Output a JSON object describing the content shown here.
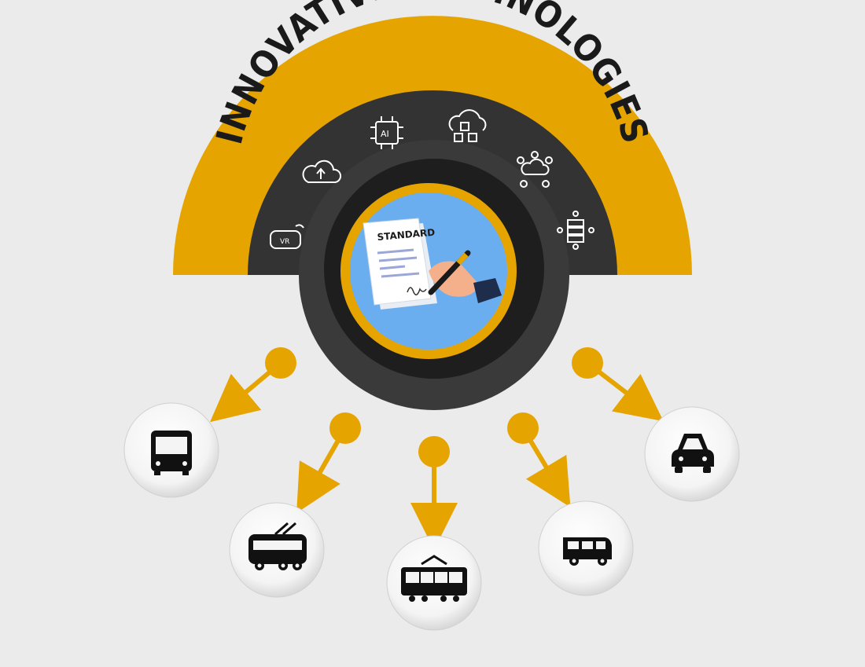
{
  "header": {
    "title": "INNOVATIVE TECHNOLOGIES"
  },
  "center": {
    "document_label": "STANDARD",
    "illustration": "document-signing-illustration"
  },
  "technology_icons": [
    {
      "name": "vr-headset-icon",
      "text": "VR"
    },
    {
      "name": "cloud-upload-icon",
      "text": ""
    },
    {
      "name": "ai-chip-icon",
      "text": "AI"
    },
    {
      "name": "blockchain-cloud-icon",
      "text": ""
    },
    {
      "name": "cloud-network-icon",
      "text": ""
    },
    {
      "name": "server-network-icon",
      "text": ""
    }
  ],
  "transport_icons": [
    {
      "name": "bus-icon"
    },
    {
      "name": "trolleybus-icon"
    },
    {
      "name": "tram-icon"
    },
    {
      "name": "minibus-icon"
    },
    {
      "name": "car-icon"
    }
  ],
  "colors": {
    "background": "#ebebeb",
    "accent": "#e6a400",
    "dark": "#333333",
    "center_blue": "#6aaef0"
  }
}
